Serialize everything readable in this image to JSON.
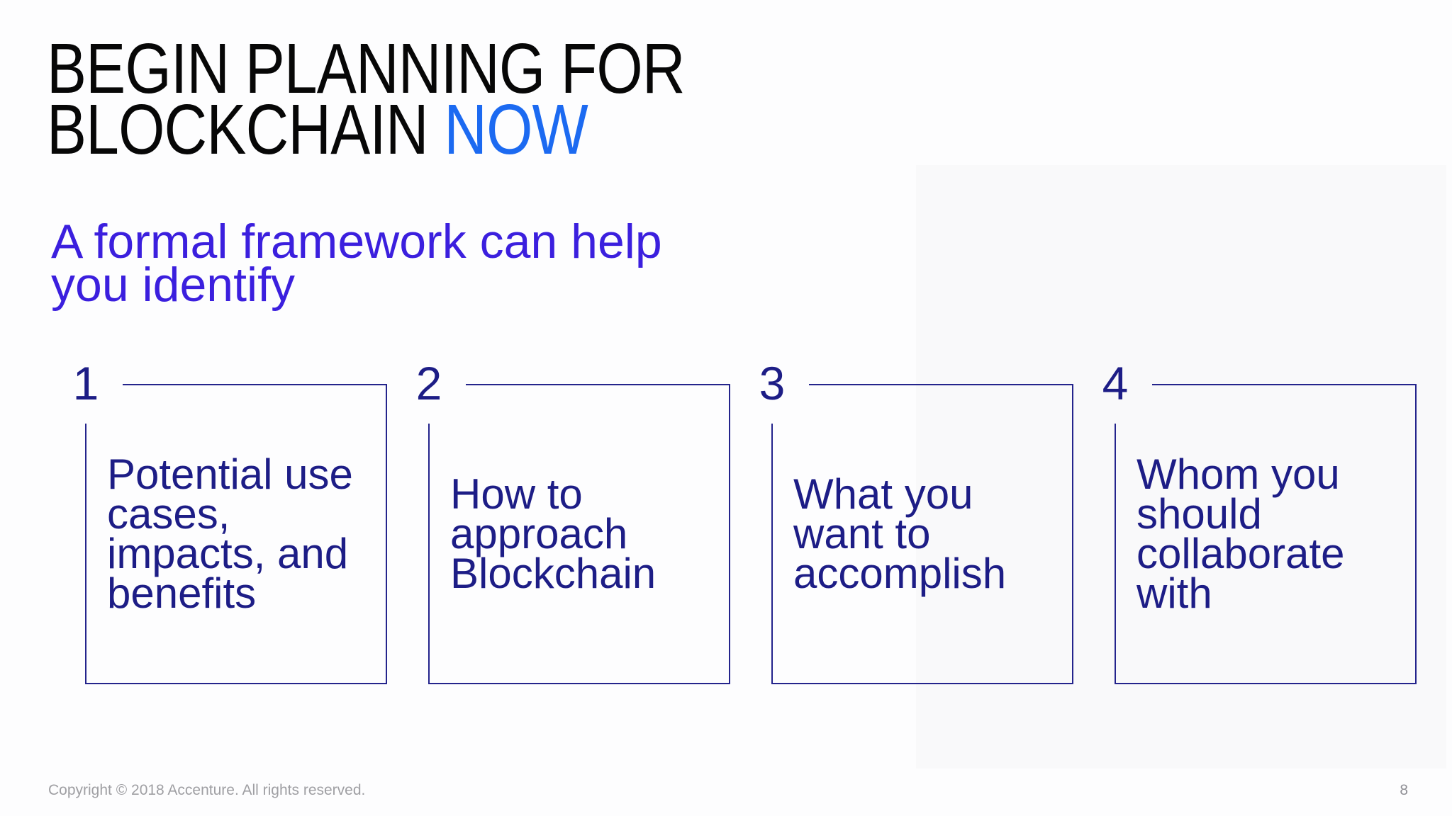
{
  "slide": {
    "title": {
      "line1": "BEGIN PLANNING FOR",
      "line2_dark": "BLOCKCHAIN",
      "line2_accent": "NOW"
    },
    "subtitle": "A formal framework can help\nyou identify",
    "steps": [
      {
        "number": "1",
        "text": "Potential use\ncases,\nimpacts, and\nbenefits"
      },
      {
        "number": "2",
        "text": "How to\napproach\nBlockchain"
      },
      {
        "number": "3",
        "text": "What you\nwant to\naccomplish"
      },
      {
        "number": "4",
        "text": "Whom you\nshould\ncollaborate\nwith"
      }
    ],
    "footer": {
      "copyright": "Copyright © 2018 Accenture. All rights reserved.",
      "page_number": "8"
    },
    "colors": {
      "background": "#fdfdfe",
      "title": "#070707",
      "accent_blue": "#1c6af1",
      "subtitle_blue": "#3b1fde",
      "navy": "#1d1d86",
      "border_navy": "#24248c",
      "footer_gray": "#9f9fa3"
    }
  }
}
